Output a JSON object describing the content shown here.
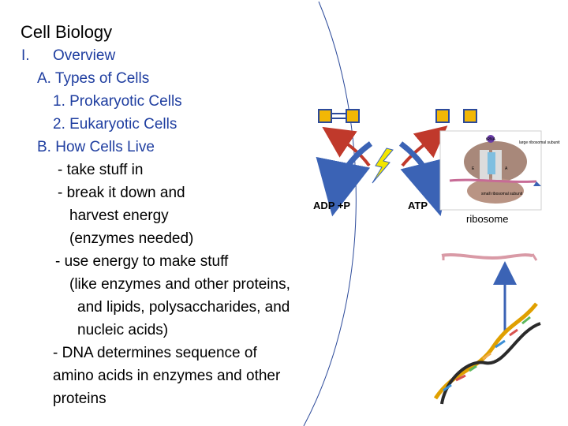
{
  "slide": {
    "title": "Cell Biology",
    "heading_numeral": "I.",
    "heading": "Overview",
    "outline": [
      {
        "text": "A. Types of Cells",
        "color": "#1f3ea0"
      },
      {
        "text": "1. Prokaryotic Cells",
        "color": "#1f3ea0"
      },
      {
        "text": "2. Eukaryotic Cells",
        "color": "#1f3ea0"
      },
      {
        "text": "B. How Cells Live",
        "color": "#1f3ea0"
      },
      {
        "text": "- take stuff in",
        "color": "#000000"
      },
      {
        "text": "- break it down and",
        "color": "#000000"
      },
      {
        "text": "harvest energy",
        "color": "#000000"
      },
      {
        "text": "(enzymes needed)",
        "color": "#000000"
      },
      {
        "text": "- use energy to make stuff",
        "color": "#000000"
      },
      {
        "text": "(like enzymes and other proteins,",
        "color": "#000000"
      },
      {
        "text": "and lipids, polysaccharides, and",
        "color": "#000000"
      },
      {
        "text": "nucleic acids)",
        "color": "#000000"
      },
      {
        "text": "- DNA determines sequence of",
        "color": "#000000"
      },
      {
        "text": "amino acids in enzymes and other",
        "color": "#000000"
      },
      {
        "text": "proteins",
        "color": "#000000"
      }
    ]
  },
  "diagram": {
    "adp_label": "ADP +P",
    "atp_label": "ATP",
    "ribosome_label": "ribosome",
    "ribosome_inset": {
      "tag_trna": "tRNA",
      "large_subunit": "large ribosomal subunit",
      "small_subunit": "small ribosomal subunit",
      "site_e": "E",
      "site_a": "A"
    },
    "colors": {
      "phosphate_fill": "#f2b705",
      "phosphate_border": "#2c4a9a",
      "arc_line": "#2c4a9a",
      "arrow_blue": "#3b63b5",
      "arrow_red": "#c0392b",
      "lightning": "#f3e600",
      "mrna": "#d99aa6",
      "up_arrow": "#3b63b5"
    }
  }
}
